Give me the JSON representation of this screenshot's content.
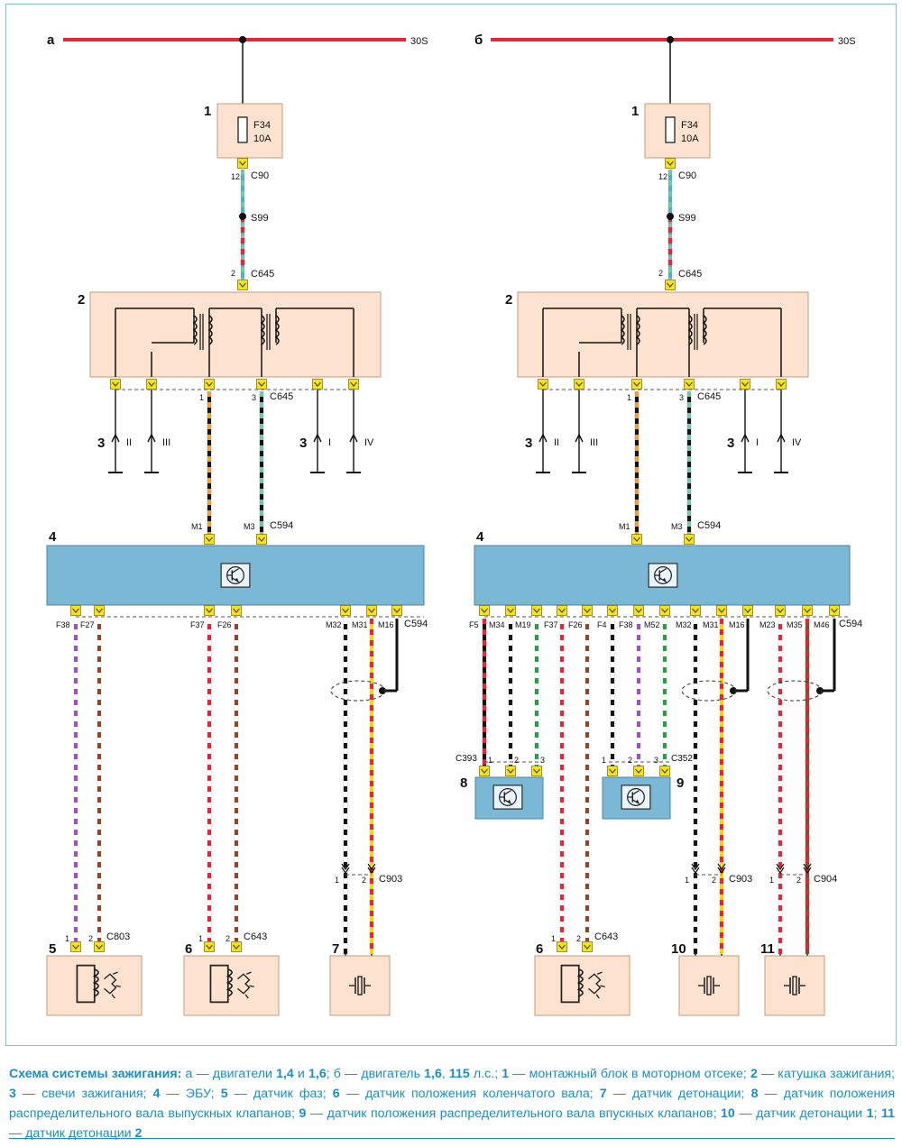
{
  "supply": {
    "variant_a": "а",
    "variant_b": "б",
    "line": "30S"
  },
  "fuse": {
    "num": "1",
    "name": "F34",
    "rating": "10A"
  },
  "connectors": {
    "c90": "C90",
    "c90_pin": "12",
    "s99": "S99",
    "c645": "C645",
    "c645_pin": "2",
    "c645_p1": "1",
    "c645_p3": "3",
    "c594": "C594",
    "m1": "M1",
    "m3": "M3",
    "c903": "C903",
    "c904": "C904",
    "c803": "C803",
    "c643": "C643",
    "c393": "C393",
    "c352": "C352",
    "p1": "1",
    "p2": "2",
    "p3": "3"
  },
  "coil": {
    "num": "2"
  },
  "plugs": {
    "num": "3",
    "i": "I",
    "ii": "II",
    "iii": "III",
    "iv": "IV"
  },
  "ecu": {
    "num": "4"
  },
  "pins_a": [
    "F38",
    "F27",
    "F37",
    "F26",
    "M32",
    "M31",
    "M16"
  ],
  "pins_b": [
    "F5",
    "M34",
    "M19",
    "F37",
    "F26",
    "F4",
    "F38",
    "M52",
    "M32",
    "M31",
    "M16",
    "M23",
    "M35",
    "M46"
  ],
  "components": {
    "n5": "5",
    "n6": "6",
    "n7": "7",
    "n8": "8",
    "n9": "9",
    "n10": "10",
    "n11": "11"
  },
  "caption": {
    "title": "Схема системы зажигания:",
    "p1": " а — двигатели ",
    "b1": "1,4",
    "p2": " и ",
    "b2": "1,6",
    "p3": "; б — двигатель ",
    "b3": "1,6",
    "p4": ", ",
    "b4": "115",
    "p5": " л.с.; ",
    "b5": "1",
    "p6": " — монтажный блок в моторном отсеке; ",
    "b6": "2",
    "p7": " — катушка зажигания; ",
    "b7": "3",
    "p8": " — свечи зажигания; ",
    "b8": "4",
    "p9": " — ЭБУ; ",
    "b9": "5",
    "p10": " — датчик фаз; ",
    "b10": "6",
    "p11": " — датчик положения коленчатого вала; ",
    "b11": "7",
    "p12": " — датчик детонации; ",
    "b12": "8",
    "p13": " — датчик положения распределительного вала выпускных клапанов; ",
    "b13": "9",
    "p14": " — датчик положения распределительного вала впускных клапанов; ",
    "b14": "10",
    "p15": " — датчик детонации ",
    "b15": "1",
    "p16": "; ",
    "b16": "11",
    "p17": " — датчик детонации ",
    "b17": "2"
  },
  "colors": {
    "peach": "#fde3cf",
    "peach_stroke": "#c89a78",
    "ecu_blue": "#7bb8d6",
    "bus_red": "#d92b3a",
    "connector_yellow": "#f7e31a",
    "text_blue": "#1a8fc4"
  }
}
